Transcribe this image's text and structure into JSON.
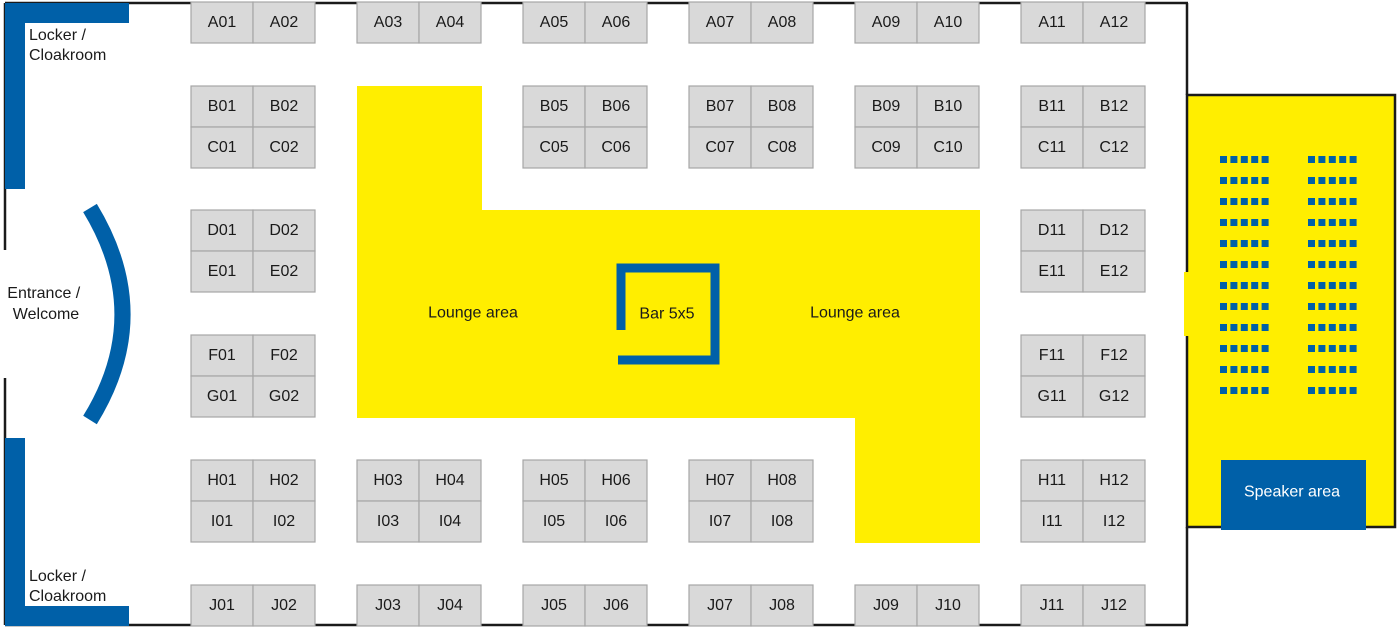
{
  "colors": {
    "booth_fill": "#d9d9d9",
    "booth_stroke": "#a6a6a6",
    "lounge_yellow": "#ffee00",
    "accent_blue": "#0060a8",
    "wall": "#1a1a1a"
  },
  "labels": {
    "locker_top": [
      "Locker /",
      "Cloakroom"
    ],
    "locker_bottom": [
      "Locker /",
      "Cloakroom"
    ],
    "entrance": [
      "Entrance /",
      "Welcome"
    ],
    "lounge_left": "Lounge area",
    "lounge_right": "Lounge area",
    "bar": "Bar 5x5",
    "speaker": "Speaker area"
  },
  "booth_rows": [
    [
      "A01",
      "A02",
      "A03",
      "A04",
      "A05",
      "A06",
      "A07",
      "A08",
      "A09",
      "A10",
      "A11",
      "A12"
    ],
    [
      "B01",
      "B02",
      "",
      "",
      "B05",
      "B06",
      "B07",
      "B08",
      "B09",
      "B10",
      "B11",
      "B12"
    ],
    [
      "C01",
      "C02",
      "",
      "",
      "C05",
      "C06",
      "C07",
      "C08",
      "C09",
      "C10",
      "C11",
      "C12"
    ],
    [
      "D01",
      "D02",
      "",
      "",
      "",
      "",
      "",
      "",
      "",
      "",
      "D11",
      "D12"
    ],
    [
      "E01",
      "E02",
      "",
      "",
      "",
      "",
      "",
      "",
      "",
      "",
      "E11",
      "E12"
    ],
    [
      "F01",
      "F02",
      "",
      "",
      "",
      "",
      "",
      "",
      "",
      "",
      "F11",
      "F12"
    ],
    [
      "G01",
      "G02",
      "",
      "",
      "",
      "",
      "",
      "",
      "",
      "",
      "G11",
      "G12"
    ],
    [
      "H01",
      "H02",
      "H03",
      "H04",
      "H05",
      "H06",
      "H07",
      "H08",
      "",
      "",
      "H11",
      "H12"
    ],
    [
      "I01",
      "I02",
      "I03",
      "I04",
      "I05",
      "I06",
      "I07",
      "I08",
      "",
      "",
      "I11",
      "I12"
    ],
    [
      "J01",
      "J02",
      "J03",
      "J04",
      "J05",
      "J06",
      "J07",
      "J08",
      "J09",
      "J10",
      "J11",
      "J12"
    ]
  ],
  "seating": {
    "blocks": 2,
    "rows": 12,
    "seats_per_row": 5
  }
}
